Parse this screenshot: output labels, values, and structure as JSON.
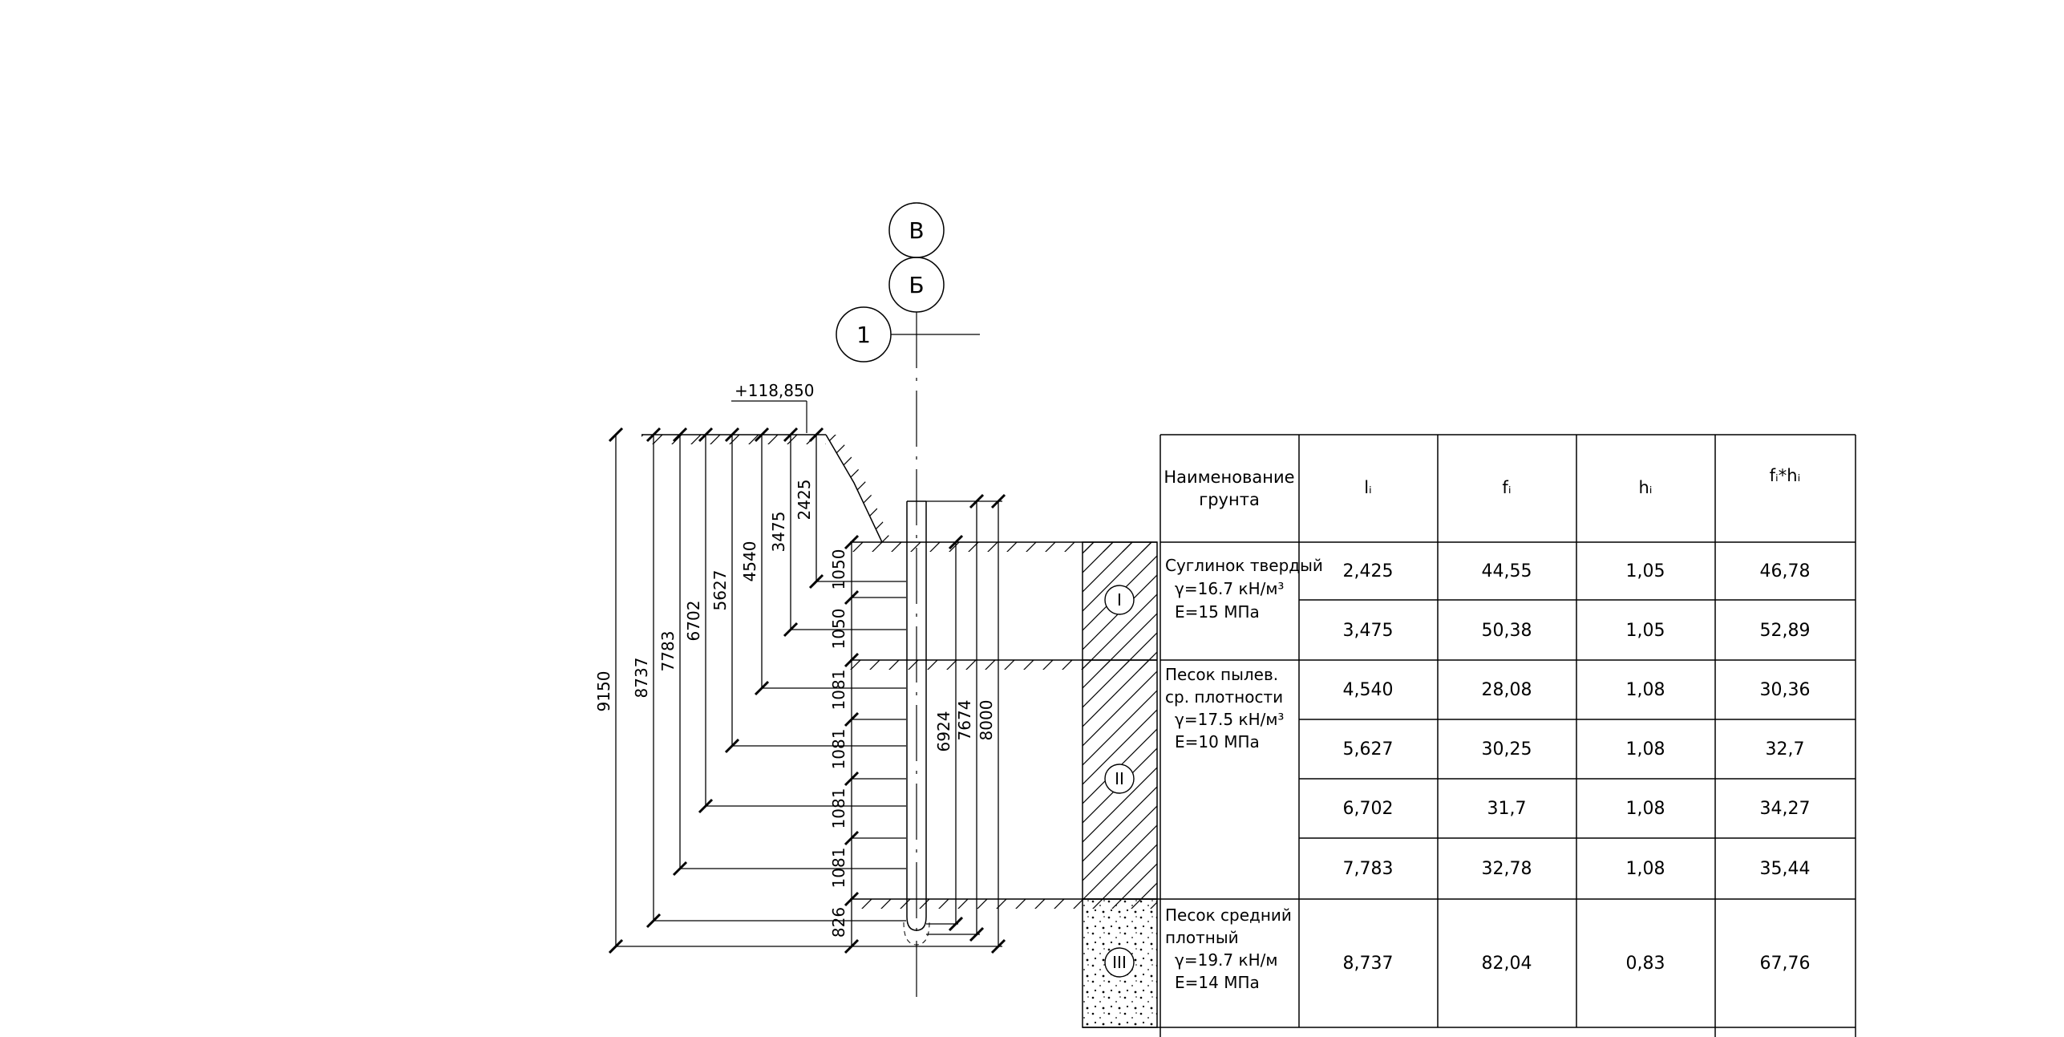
{
  "axis_labels": {
    "top": "В",
    "middle": "Б",
    "left": "1"
  },
  "elevation": "+118,850",
  "vertical_dims": [
    "9150",
    "8737",
    "7783",
    "6702",
    "5627",
    "4540",
    "3475",
    "2425"
  ],
  "segment_dims": [
    "1050",
    "1050",
    "1081",
    "1081",
    "1081",
    "1081",
    "826"
  ],
  "pile_dims": [
    "6924",
    "7674",
    "8000"
  ],
  "layers": [
    {
      "numeral": "I",
      "name_line1": "Суглинок твердый",
      "name_line2": "",
      "gamma": "γ=16.7 кН/м³",
      "modulus": "E=15 МПа"
    },
    {
      "numeral": "II",
      "name_line1": "Песок пылев.",
      "name_line2": "ср. плотности",
      "gamma": "γ=17.5 кН/м³",
      "modulus": "E=10 МПа"
    },
    {
      "numeral": "III",
      "name_line1": "Песок средний",
      "name_line2": "плотный",
      "gamma": "γ=19.7 кН/м",
      "modulus": "E=14 МПа"
    }
  ],
  "table": {
    "headers": [
      "Наименование",
      "грунта",
      "lᵢ",
      "fᵢ",
      "hᵢ",
      "fᵢ*hᵢ"
    ],
    "rows": [
      [
        "2,425",
        "44,55",
        "1,05",
        "46,78"
      ],
      [
        "3,475",
        "50,38",
        "1,05",
        "52,89"
      ],
      [
        "4,540",
        "28,08",
        "1,08",
        "30,36"
      ],
      [
        "5,627",
        "30,25",
        "1,08",
        "32,7"
      ],
      [
        "6,702",
        "31,7",
        "1,08",
        "34,27"
      ],
      [
        "7,783",
        "32,78",
        "1,08",
        "35,44"
      ],
      [
        "8,737",
        "82,04",
        "0,83",
        "67,76"
      ]
    ]
  }
}
